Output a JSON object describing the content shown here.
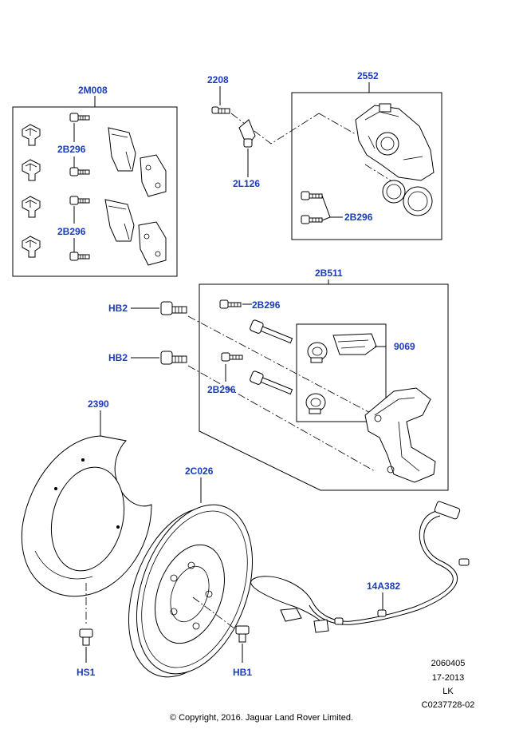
{
  "callouts": {
    "pads_kit": "2M008",
    "pads_bolt_upper": "2B296",
    "pads_bolt_lower": "2B296",
    "bleed": "2208",
    "bracket": "2L126",
    "caliper": "2552",
    "caliper_bolt": "2B296",
    "carrier_kit": "2B511",
    "carrier_bolt_upper": "2B296",
    "carrier_bolt_lower": "2B296",
    "hb2_upper": "HB2",
    "hb2_lower": "HB2",
    "grease": "9069",
    "shield": "2390",
    "disc": "2C026",
    "hs1": "HS1",
    "hb1": "HB1",
    "sensor": "14A382"
  },
  "footer": {
    "ref_number": "2060405",
    "date_code": "17-2013",
    "region": "LK",
    "illustration_code": "C0237728-02",
    "copyright": "© Copyright, 2016. Jaguar Land Rover Limited."
  }
}
